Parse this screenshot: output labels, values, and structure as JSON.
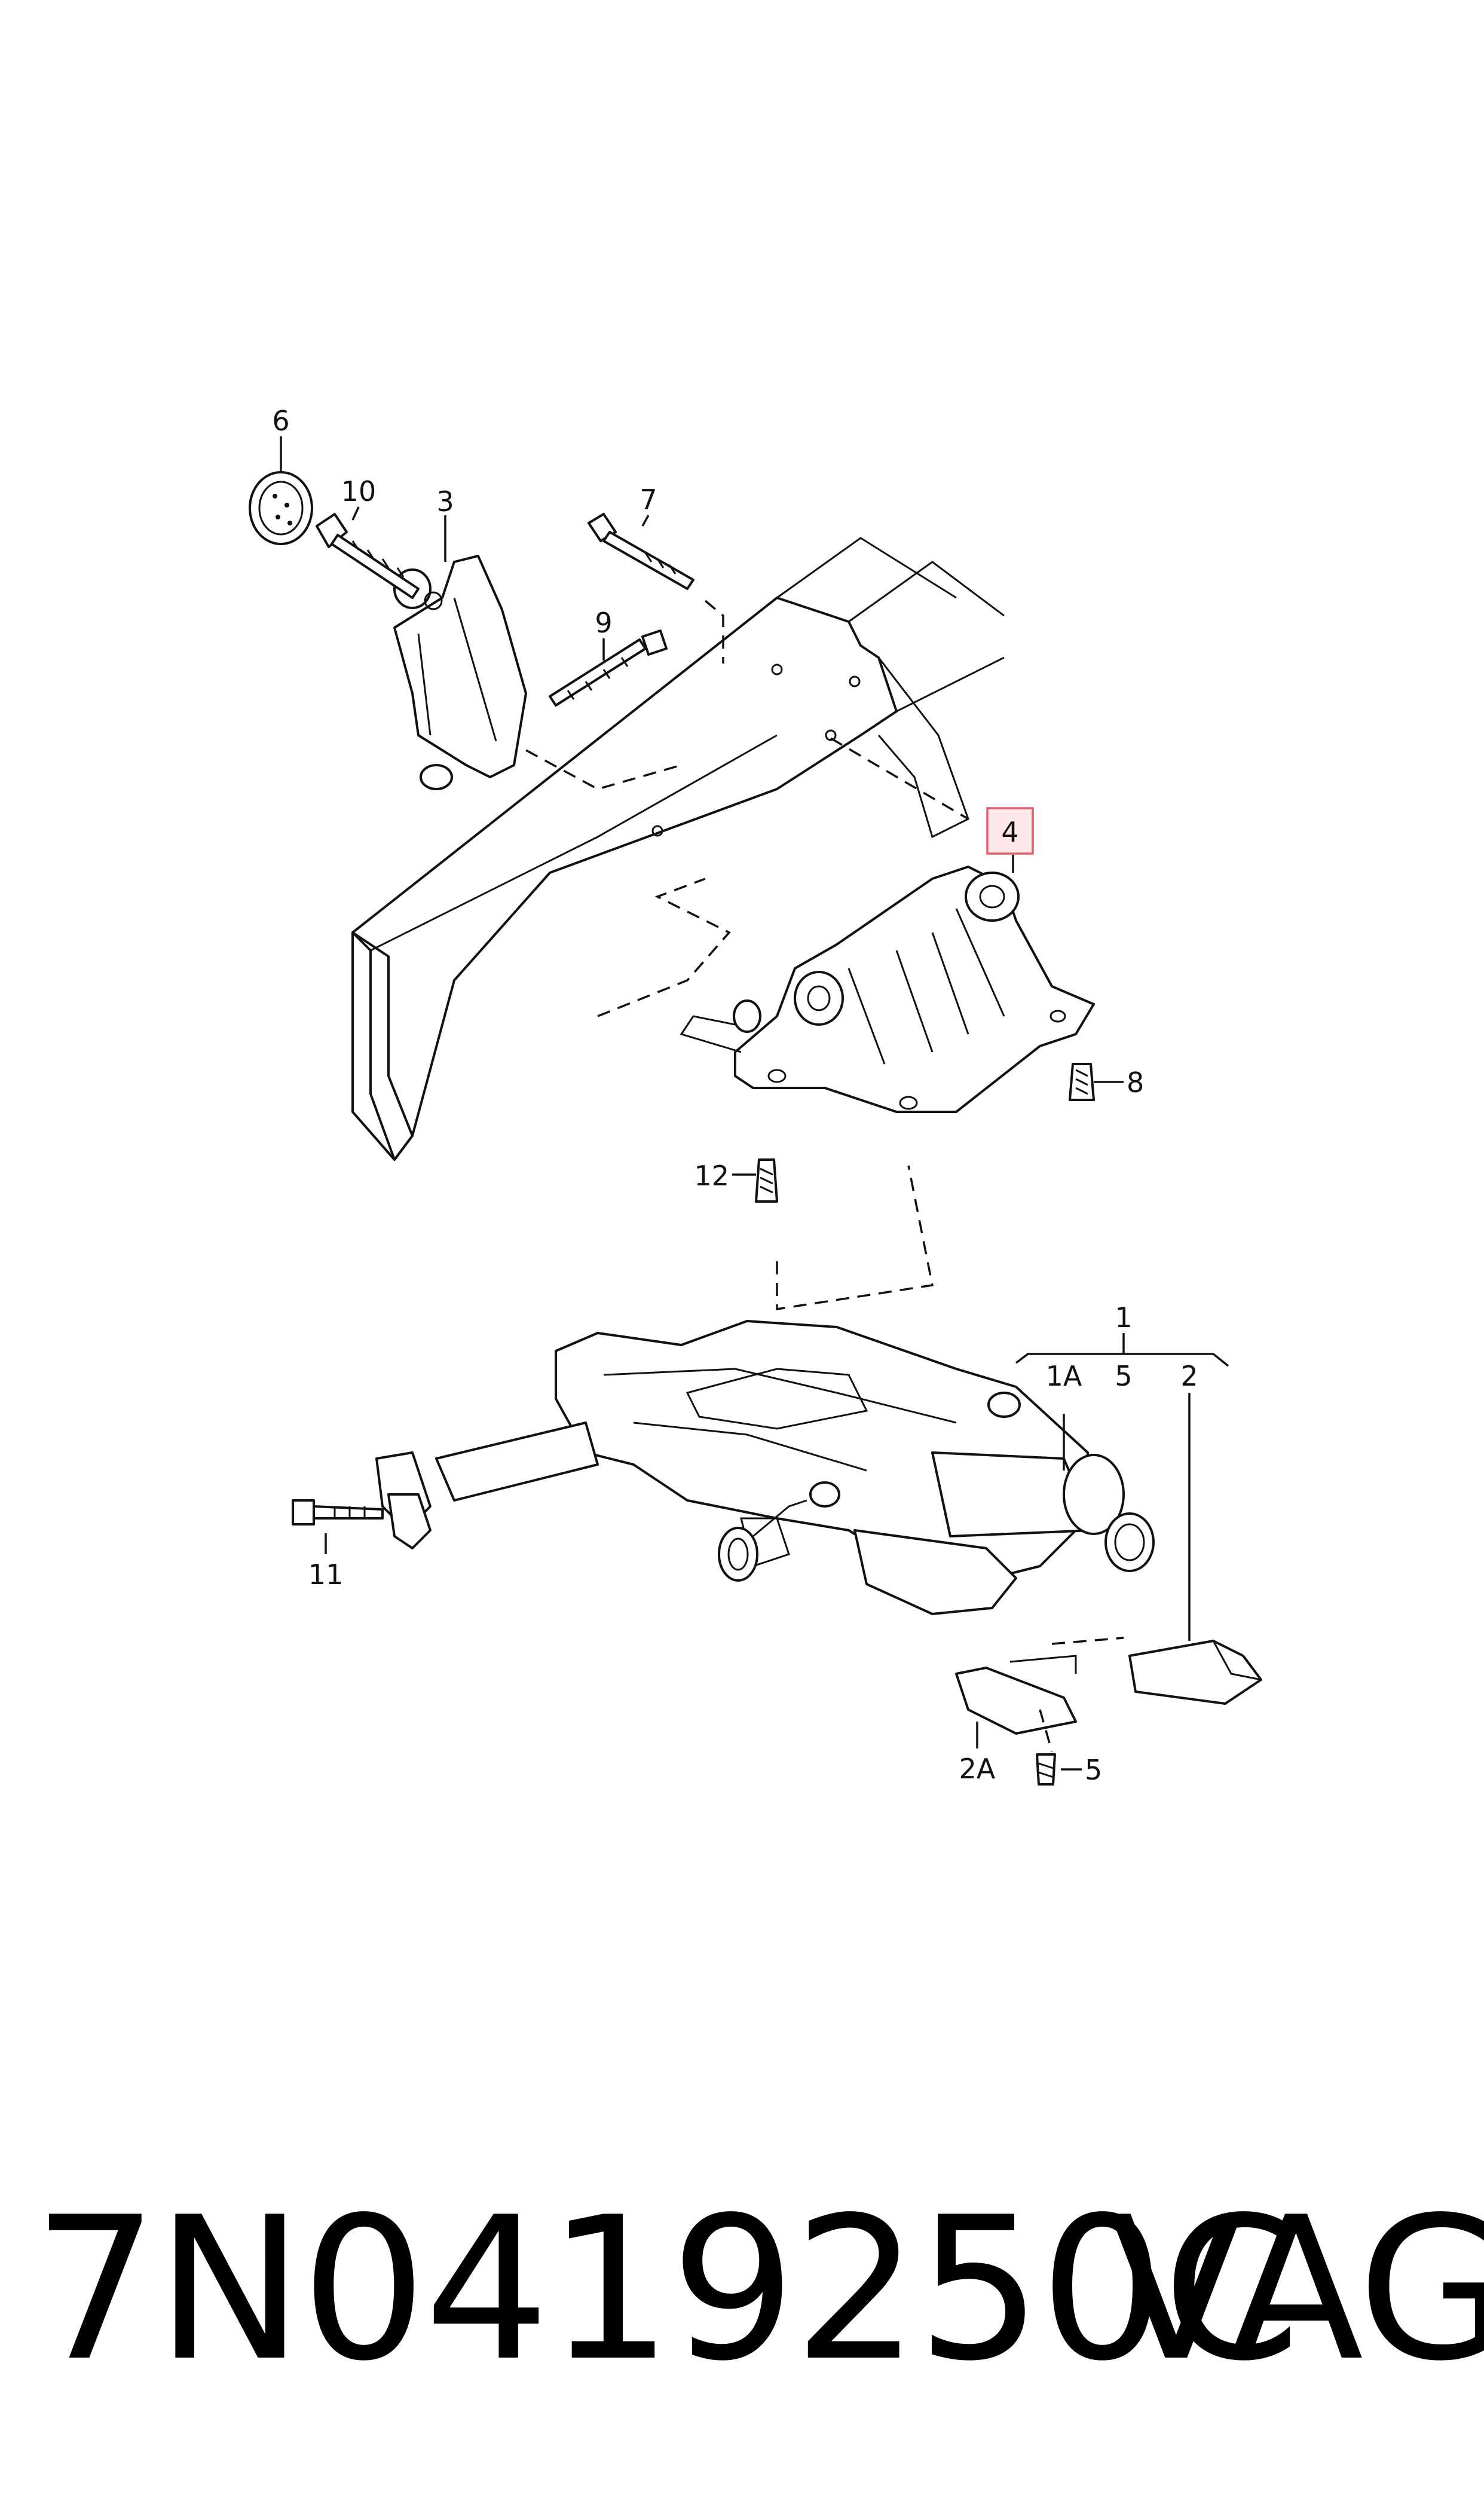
{
  "diagram": {
    "callouts": {
      "c1": "1",
      "c1a": "1A",
      "c2": "2",
      "c2a": "2A",
      "c3": "3",
      "c4": "4",
      "c5a": "5",
      "c5b": "5",
      "c6": "6",
      "c7": "7",
      "c8": "8",
      "c9": "9",
      "c10": "10",
      "c11": "11",
      "c12": "12"
    },
    "highlighted_callout": "4",
    "highlight_color": "#e0606a"
  },
  "caption": {
    "part_number": "7N0419250C",
    "brand": "VAG"
  }
}
